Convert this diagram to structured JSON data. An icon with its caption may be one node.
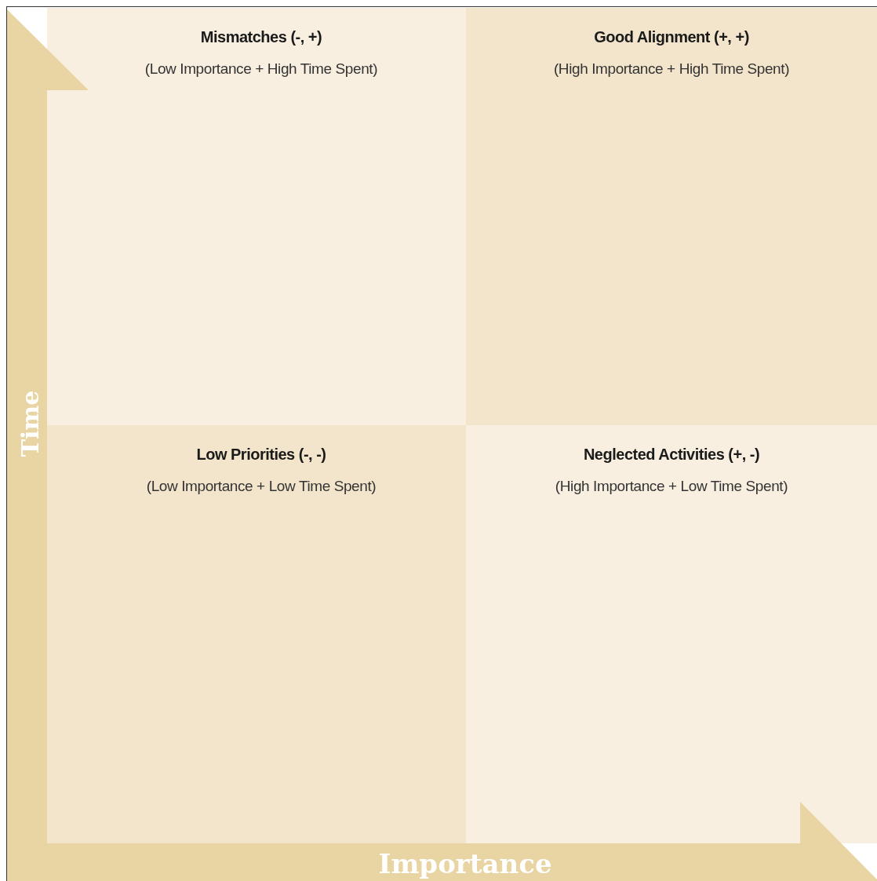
{
  "diagram": {
    "nodes": [
      {
        "text": [
          "Mismatches (-, +)",
          "(Low Importance + High Time Spent)"
        ]
      },
      {
        "text": [
          "Good Alignment (+, +)",
          "(High Importance + High Time Spent)"
        ]
      },
      {
        "text": [
          "Low Priorities (-, -)",
          "(Low Importance + Low Time Spent)"
        ]
      },
      {
        "text": [
          "Neglected Activities (+, -)",
          "(High Importance + Low Time Spent)"
        ]
      }
    ],
    "edges": [],
    "labels": [
      "Time",
      "Importance"
    ]
  }
}
